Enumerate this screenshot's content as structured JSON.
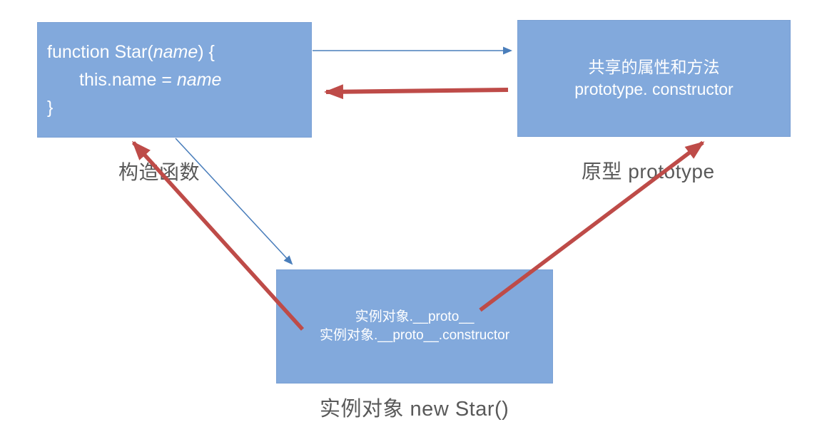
{
  "diagram": {
    "function_box": {
      "line1_pre": "function Star(",
      "line1_arg": "name",
      "line1_post": ") {",
      "line2_pre": "this.name = ",
      "line2_arg": "name",
      "line3": "}"
    },
    "prototype_box": {
      "line1": "共享的属性和方法",
      "line2": "prototype. constructor"
    },
    "instance_box": {
      "line1": "实例对象.__proto__",
      "line2": "实例对象.__proto__.constructor"
    },
    "labels": {
      "constructor": "构造函数",
      "prototype": "原型 prototype",
      "instance": "实例对象 new Star()"
    },
    "colors": {
      "box_fill": "#82a9dc",
      "box_text": "#ffffff",
      "blue_arrow": "#4a7ebb",
      "red_arrow": "#be4b48",
      "label_text": "#595959",
      "background": "#ffffff"
    }
  }
}
